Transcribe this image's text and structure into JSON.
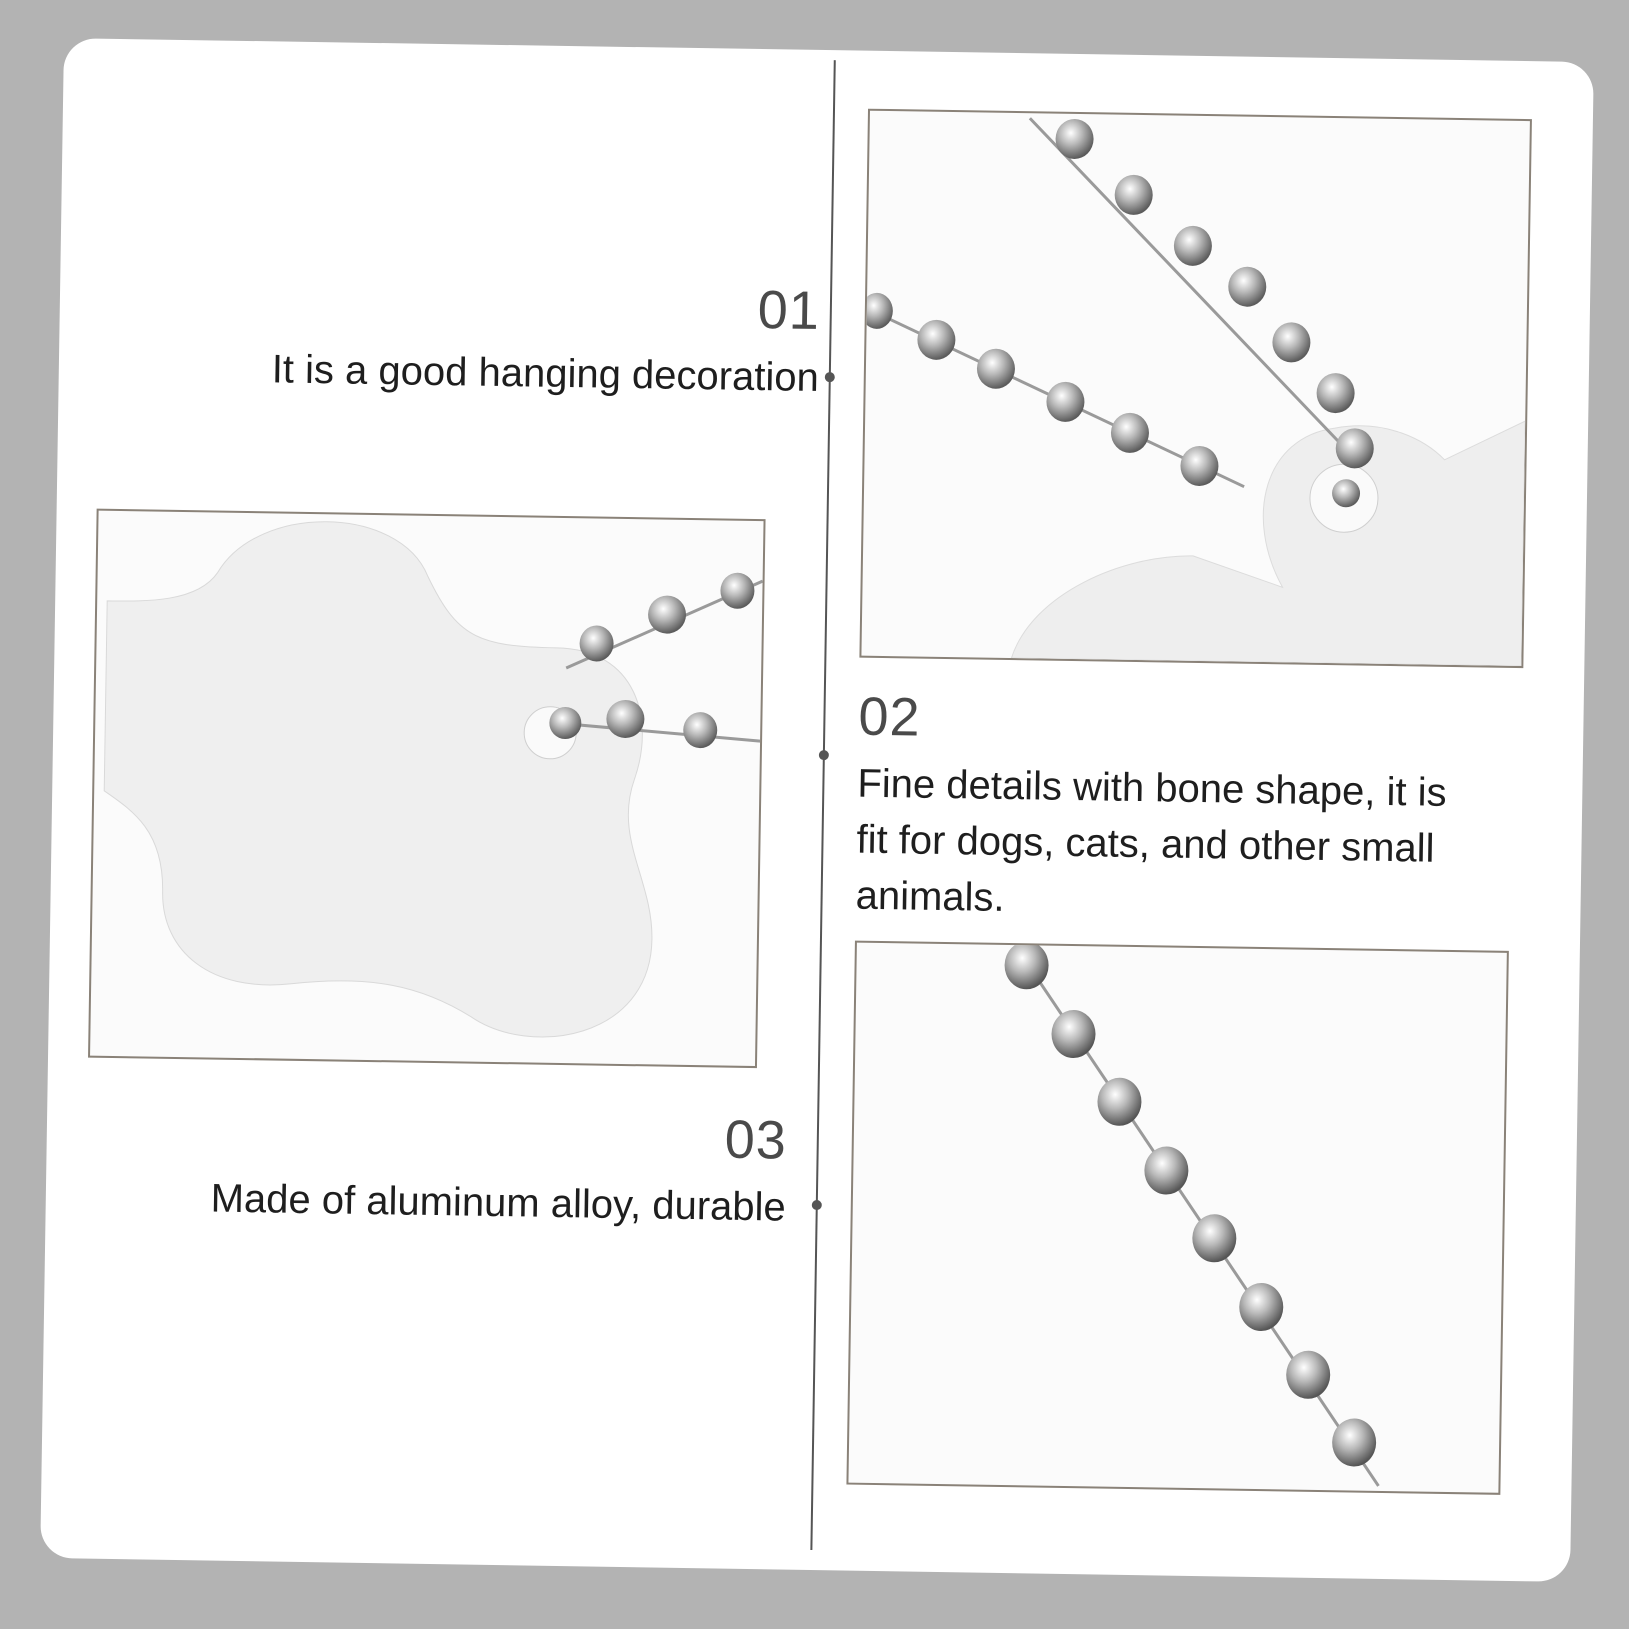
{
  "features": [
    {
      "number": "01",
      "text": "It is a good hanging decoration"
    },
    {
      "number": "02",
      "text": "Fine details with bone shape, it is fit for dogs, cats, and other small animals."
    },
    {
      "number": "03",
      "text": "Made of aluminum alloy, durable"
    }
  ],
  "colors": {
    "background": "#b3b3b3",
    "card": "#ffffff",
    "text": "#1e1e1e",
    "frame_border": "#8a8278"
  },
  "images": [
    {
      "icon": "bone-tag-with-chain-icon"
    },
    {
      "icon": "bone-tag-closeup-icon"
    },
    {
      "icon": "ball-chain-icon"
    }
  ]
}
